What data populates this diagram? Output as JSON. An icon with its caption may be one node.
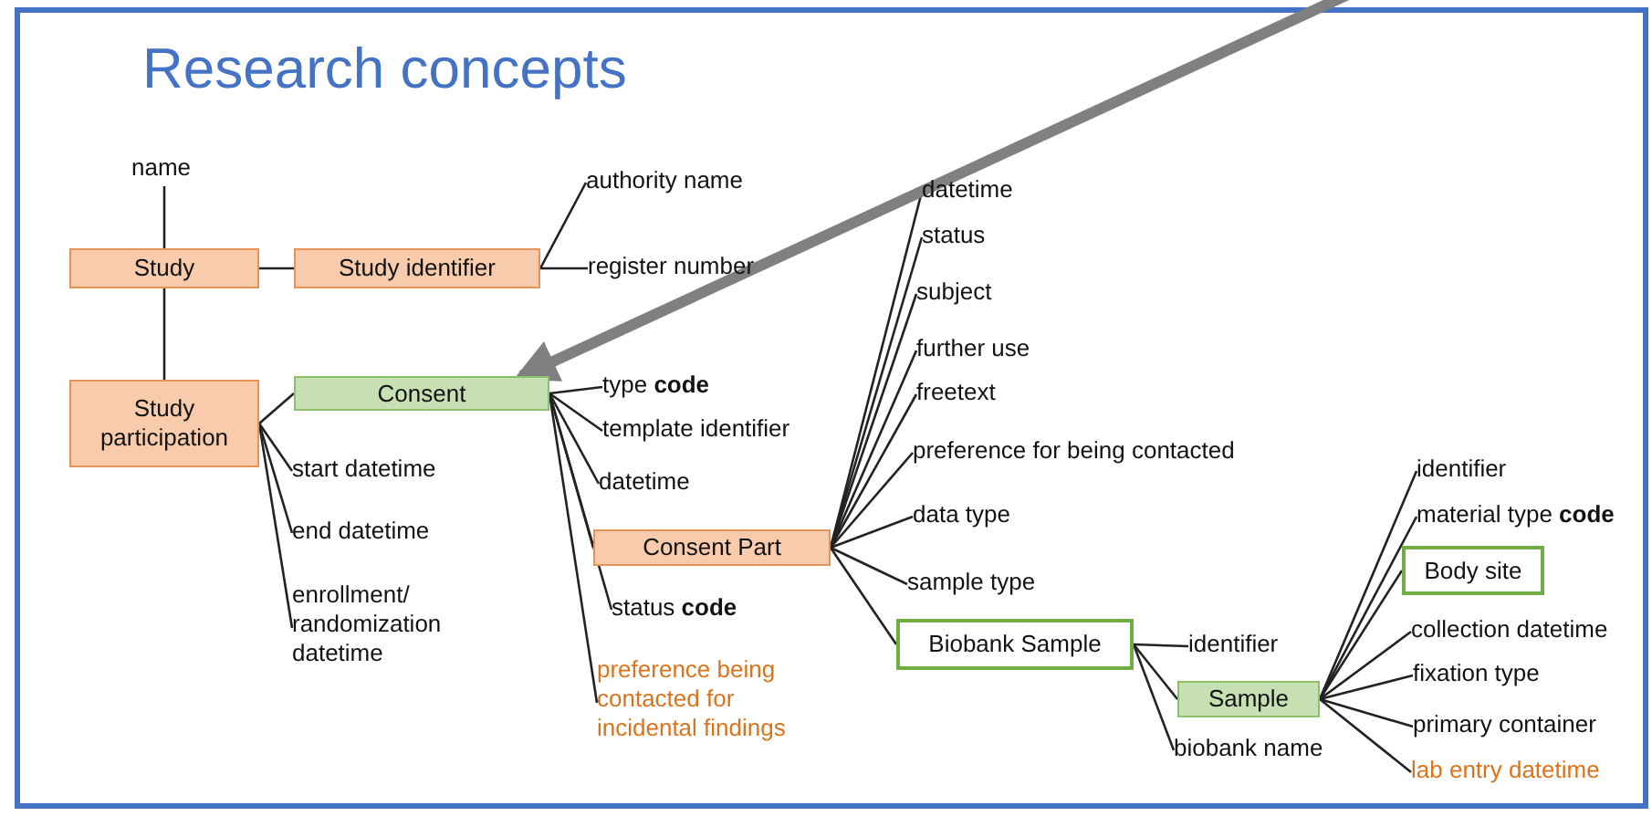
{
  "diagram": {
    "title": "Research concepts",
    "nodes": [
      {
        "text": [
          "Study"
        ]
      },
      {
        "text": [
          "name"
        ]
      },
      {
        "text": [
          "Study identifier"
        ]
      },
      {
        "text": [
          "authority name"
        ]
      },
      {
        "text": [
          "register number"
        ]
      },
      {
        "text": [
          "Study participation"
        ]
      },
      {
        "text": [
          "Consent"
        ]
      },
      {
        "text": [
          "start datetime"
        ]
      },
      {
        "text": [
          "end datetime"
        ]
      },
      {
        "text": [
          "enrollment/ randomization datetime"
        ]
      },
      {
        "text": [
          "type **code**"
        ]
      },
      {
        "text": [
          "template identifier"
        ]
      },
      {
        "text": [
          "datetime"
        ]
      },
      {
        "text": [
          "Consent Part"
        ]
      },
      {
        "text": [
          "status **code**"
        ]
      },
      {
        "text": [
          "preference being contacted for incidental findings"
        ]
      },
      {
        "text": [
          "datetime"
        ]
      },
      {
        "text": [
          "status"
        ]
      },
      {
        "text": [
          "subject"
        ]
      },
      {
        "text": [
          "further use"
        ]
      },
      {
        "text": [
          "freetext"
        ]
      },
      {
        "text": [
          "preference for being contacted"
        ]
      },
      {
        "text": [
          "data type"
        ]
      },
      {
        "text": [
          "sample type"
        ]
      },
      {
        "text": [
          "Biobank Sample"
        ]
      },
      {
        "text": [
          "identifier"
        ]
      },
      {
        "text": [
          "Sample"
        ]
      },
      {
        "text": [
          "biobank name"
        ]
      },
      {
        "text": [
          "identifier"
        ]
      },
      {
        "text": [
          "material type **code**"
        ]
      },
      {
        "text": [
          "Body site"
        ]
      },
      {
        "text": [
          "collection datetime"
        ]
      },
      {
        "text": [
          "fixation type"
        ]
      },
      {
        "text": [
          "primary container"
        ]
      },
      {
        "text": [
          "lab entry datetime"
        ]
      }
    ],
    "edges": [
      {
        "from": 0,
        "to": 1,
        "arrow": "none"
      },
      {
        "from": 0,
        "to": 2,
        "arrow": "none"
      },
      {
        "from": 0,
        "to": 5,
        "arrow": "none"
      },
      {
        "from": 2,
        "to": 3,
        "arrow": "none"
      },
      {
        "from": 2,
        "to": 4,
        "arrow": "none"
      },
      {
        "from": 5,
        "to": 6,
        "arrow": "none"
      },
      {
        "from": 5,
        "to": 7,
        "arrow": "none"
      },
      {
        "from": 5,
        "to": 8,
        "arrow": "none"
      },
      {
        "from": 5,
        "to": 9,
        "arrow": "none"
      },
      {
        "from": 6,
        "to": 10,
        "arrow": "none"
      },
      {
        "from": 6,
        "to": 11,
        "arrow": "none"
      },
      {
        "from": 6,
        "to": 12,
        "arrow": "none"
      },
      {
        "from": 6,
        "to": 13,
        "arrow": "none"
      },
      {
        "from": 6,
        "to": 14,
        "arrow": "none"
      },
      {
        "from": 6,
        "to": 15,
        "arrow": "none"
      },
      {
        "from": 13,
        "to": 16,
        "arrow": "none"
      },
      {
        "from": 13,
        "to": 17,
        "arrow": "none"
      },
      {
        "from": 13,
        "to": 18,
        "arrow": "none"
      },
      {
        "from": 13,
        "to": 19,
        "arrow": "none"
      },
      {
        "from": 13,
        "to": 20,
        "arrow": "none"
      },
      {
        "from": 13,
        "to": 21,
        "arrow": "none"
      },
      {
        "from": 13,
        "to": 22,
        "arrow": "none"
      },
      {
        "from": 13,
        "to": 23,
        "arrow": "none"
      },
      {
        "from": 13,
        "to": 24,
        "arrow": "none"
      },
      {
        "from": 24,
        "to": 25,
        "arrow": "none"
      },
      {
        "from": 24,
        "to": 26,
        "arrow": "none"
      },
      {
        "from": 24,
        "to": 27,
        "arrow": "none"
      },
      {
        "from": 26,
        "to": 28,
        "arrow": "none"
      },
      {
        "from": 26,
        "to": 29,
        "arrow": "none"
      },
      {
        "from": 26,
        "to": 30,
        "arrow": "none"
      },
      {
        "from": 26,
        "to": 31,
        "arrow": "none"
      },
      {
        "from": 26,
        "to": 32,
        "arrow": "none"
      },
      {
        "from": 26,
        "to": 33,
        "arrow": "none"
      },
      {
        "from": 26,
        "to": 34,
        "arrow": "none"
      },
      {
        "from": null,
        "to": 6,
        "arrow": "to",
        "style": "thick",
        "color": "#808080"
      }
    ]
  }
}
